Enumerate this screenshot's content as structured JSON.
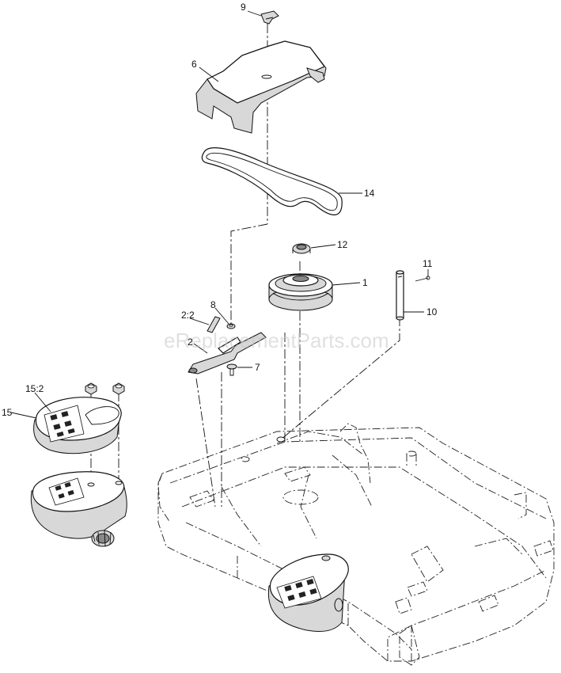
{
  "watermark": "eReplacementParts.com",
  "callouts": [
    {
      "id": "9",
      "label": "9"
    },
    {
      "id": "6",
      "label": "6"
    },
    {
      "id": "14",
      "label": "14"
    },
    {
      "id": "12",
      "label": "12"
    },
    {
      "id": "1",
      "label": "1"
    },
    {
      "id": "11",
      "label": "11"
    },
    {
      "id": "10",
      "label": "10"
    },
    {
      "id": "8",
      "label": "8"
    },
    {
      "id": "2-2",
      "label": "2:2"
    },
    {
      "id": "2",
      "label": "2"
    },
    {
      "id": "7",
      "label": "7"
    },
    {
      "id": "15-2",
      "label": "15:2"
    },
    {
      "id": "15",
      "label": "15"
    }
  ]
}
